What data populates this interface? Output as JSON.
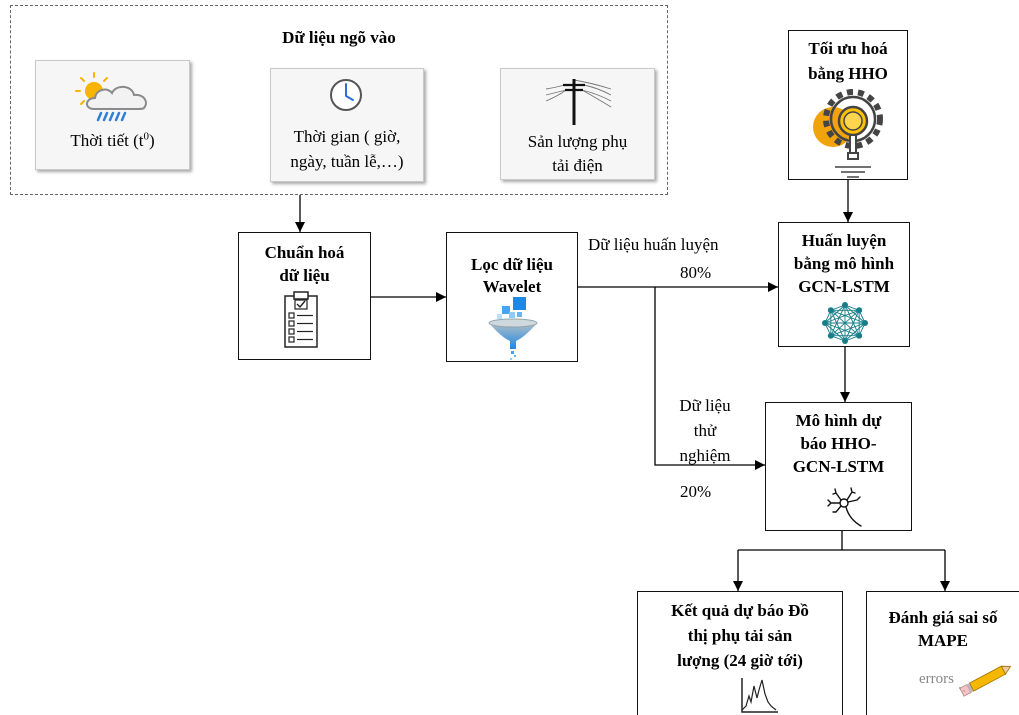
{
  "inputs": {
    "title": "Dữ liệu ngõ vào",
    "weather": {
      "label_prefix": "Thời tiết (t",
      "label_sup": "0",
      "label_suffix": ")",
      "icon": "weather-icon"
    },
    "time": {
      "lines": [
        "Thời gian ( giờ,",
        "ngày, tuần lễ,…)"
      ],
      "icon": "clock-icon"
    },
    "load": {
      "lines": [
        "Sản lượng phụ",
        "tải điện"
      ],
      "icon": "power-pole-icon"
    }
  },
  "steps": {
    "normalize": {
      "lines": [
        "Chuẩn hoá",
        "dữ liệu"
      ],
      "icon": "checklist-icon"
    },
    "wavelet": {
      "lines": [
        "Lọc dữ liệu",
        "Wavelet"
      ],
      "icon": "funnel-icon"
    },
    "hho": {
      "lines": [
        "Tối ưu hoá",
        "bằng HHO"
      ],
      "icon": "gear-magnifier-icon"
    },
    "training": {
      "lines": [
        "Huấn luyện",
        "bằng mô hình",
        "GCN-LSTM"
      ],
      "icon": "network-icon"
    },
    "model": {
      "lines": [
        "Mô hình dự",
        "báo HHO-",
        "GCN-LSTM"
      ],
      "icon": "neuron-icon"
    },
    "forecast": {
      "lines": [
        "Kết quả dự báo Đồ",
        "thị phụ tải sản",
        "lượng (24 giờ tới)"
      ],
      "icon": "line-chart-icon"
    },
    "evaluation": {
      "lines": [
        "Đánh giá sai số",
        "MAPE"
      ],
      "icon": "errors-pencil-icon",
      "icon_text": "errors"
    }
  },
  "edges": {
    "train_split": {
      "label": "Dữ liệu huấn luyện",
      "percent": "80%"
    },
    "test_split": {
      "label_lines": [
        "Dữ liệu",
        "thử",
        "nghiệm"
      ],
      "percent": "20%"
    }
  },
  "colors": {
    "sun": "#f7b500",
    "rain": "#2f7fd8",
    "clock_hands": "#2a6fd6",
    "network": "#177e89",
    "gear_accent": "#f0a30a",
    "funnel_blue": "#1e88e5"
  }
}
